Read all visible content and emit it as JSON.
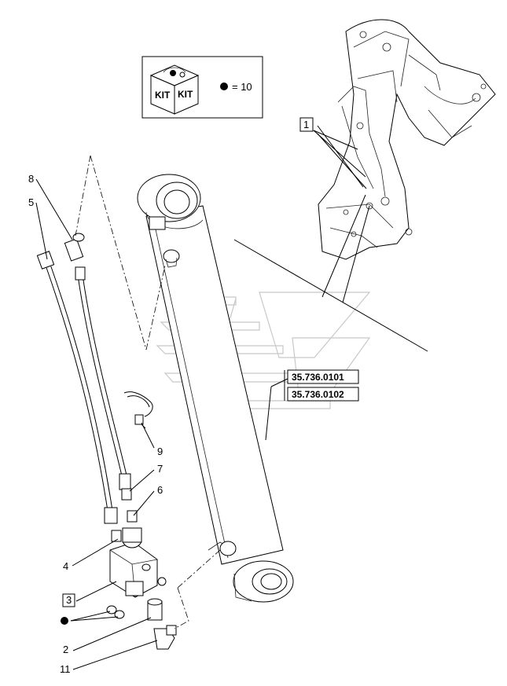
{
  "kit_box": {
    "kit_word": "KIT",
    "equals_text": "= 10"
  },
  "callouts": [
    {
      "id": "c1",
      "text": "1",
      "boxed": true
    },
    {
      "id": "c2",
      "text": "2",
      "boxed": false
    },
    {
      "id": "c3",
      "text": "3",
      "boxed": true
    },
    {
      "id": "c4",
      "text": "4",
      "boxed": false
    },
    {
      "id": "c5",
      "text": "5",
      "boxed": false
    },
    {
      "id": "c6",
      "text": "6",
      "boxed": false
    },
    {
      "id": "c7",
      "text": "7",
      "boxed": false
    },
    {
      "id": "c8",
      "text": "8",
      "boxed": false
    },
    {
      "id": "c9",
      "text": "9",
      "boxed": false
    },
    {
      "id": "c11",
      "text": "11",
      "boxed": false
    }
  ],
  "references": [
    {
      "text": "35.736.0101"
    },
    {
      "text": "35.736.0102"
    }
  ]
}
